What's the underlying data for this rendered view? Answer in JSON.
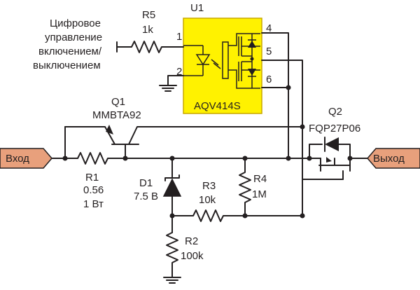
{
  "colors": {
    "ic_fill": "#fff200",
    "ic_border": "#c9a800",
    "port_fill": "#e8a07c",
    "wire": "#231f20"
  },
  "control_label": {
    "line1": "Цифровое",
    "line2": "управление",
    "line3": "включением/",
    "line4": "выключением"
  },
  "u1": {
    "designator": "U1",
    "part": "AQV414S",
    "pins": [
      "1",
      "2",
      "4",
      "5",
      "6"
    ]
  },
  "r5": {
    "designator": "R5",
    "value": "1k"
  },
  "q1": {
    "designator": "Q1",
    "part": "MMBTA92"
  },
  "q2": {
    "designator": "Q2",
    "part": "FQP27P06"
  },
  "r1": {
    "designator": "R1",
    "value": "0.56",
    "power": "1 Вт"
  },
  "d1": {
    "designator": "D1",
    "value": "7.5 В"
  },
  "r3": {
    "designator": "R3",
    "value": "10k"
  },
  "r4": {
    "designator": "R4",
    "value": "1M"
  },
  "r2": {
    "designator": "R2",
    "value": "100k"
  },
  "ports": {
    "input": "Вход",
    "output": "Выход"
  }
}
